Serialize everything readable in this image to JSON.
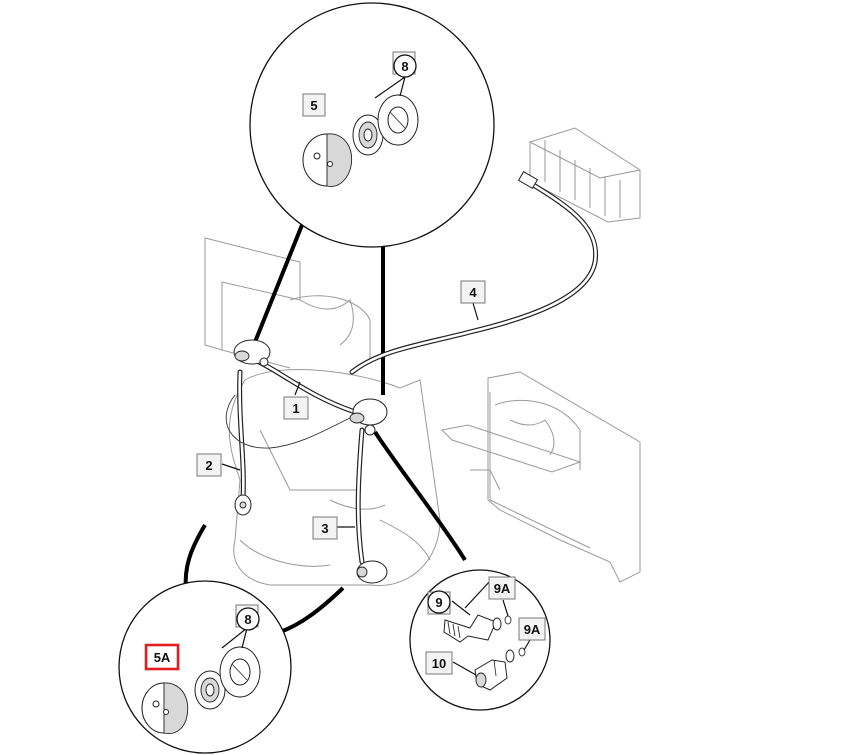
{
  "callouts": {
    "c5": "5",
    "c8_top": "8",
    "c4": "4",
    "c1": "1",
    "c2": "2",
    "c3": "3",
    "c5a": "5A",
    "c8_bottom": "8",
    "c9": "9",
    "c9a_top": "9A",
    "c9a_bottom": "9A",
    "c10": "10"
  },
  "colors": {
    "highlight": "#e02020",
    "line": "#111111",
    "callout_fill": "#f3f3f3"
  }
}
